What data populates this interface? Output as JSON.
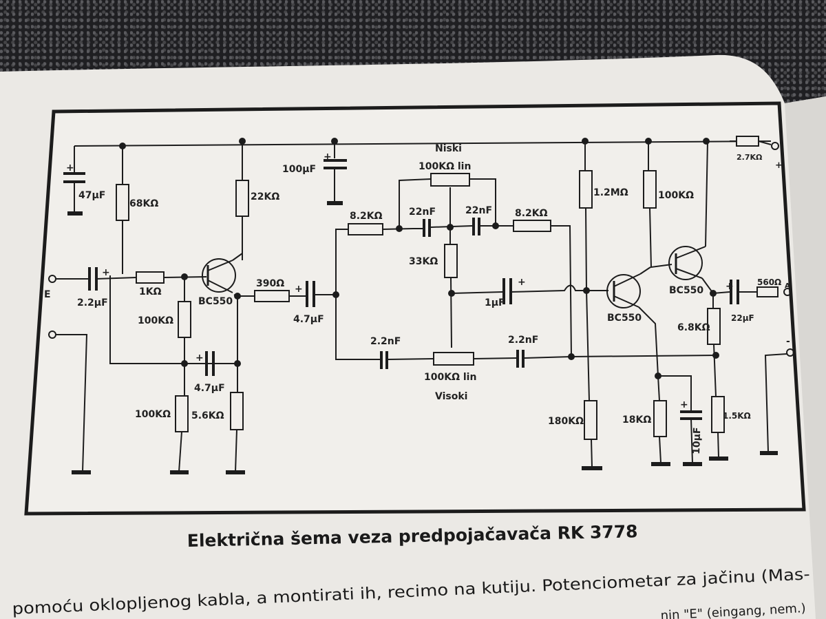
{
  "caption": "Električna šema veza predpojačavača RK 3778",
  "body_line": "pomoću oklopljenog kabla, a montirati ih, recimo na kutiju. Potenciometar za jačinu (Mas-",
  "body_line2": "nin \"E\" (eingang, nem.)",
  "labels": {
    "input_e": "E",
    "c_47": "47µF",
    "r_68k": "68KΩ",
    "c_2_2u": "2.2µF",
    "r_1k": "1KΩ",
    "r_100k_a": "100KΩ",
    "r_22k": "22KΩ",
    "q1": "BC550",
    "r_390": "390Ω",
    "c_4_7_a": "4.7µF",
    "c_4_7_b": "4.7µF",
    "r_100k_b": "100KΩ",
    "r_5_6k": "5.6KΩ",
    "c_100u": "100µF",
    "niski": "Niski",
    "pot_top": "100KΩ lin",
    "r_8_2k_a": "8.2KΩ",
    "c_22n_a": "22nF",
    "c_22n_b": "22nF",
    "r_8_2k_b": "8.2KΩ",
    "r_33k": "33KΩ",
    "c_1u": "1µF",
    "c_2_2n_a": "2.2nF",
    "c_2_2n_b": "2.2nF",
    "pot_bot": "100KΩ lin",
    "visoki": "Visoki",
    "r_1_2m": "1.2MΩ",
    "r_100k_c": "100KΩ",
    "q2": "BC550",
    "q3": "BC550",
    "r_180k": "180KΩ",
    "r_18k": "18KΩ",
    "c_10u": "10µF",
    "r_6_8k": "6.8KΩ",
    "c_22u": "22µF",
    "r_560": "560Ω",
    "r_1_5k": "1.5KΩ",
    "r_2_7k": "2.7KΩ",
    "out_a": "A",
    "plus": "+",
    "minus": "-"
  },
  "colors": {
    "ink": "#1c1c1c",
    "paper": "#eceae6"
  }
}
